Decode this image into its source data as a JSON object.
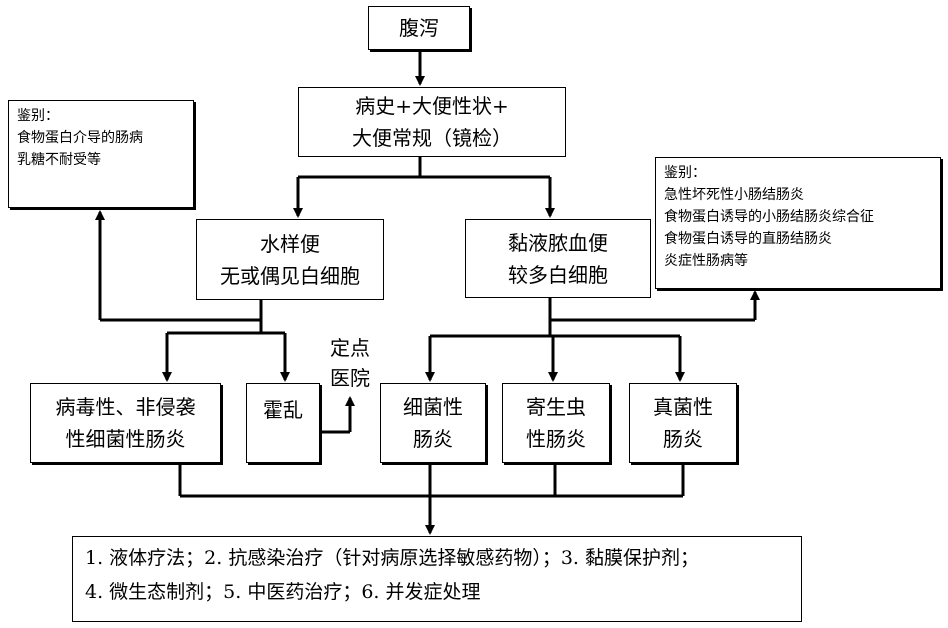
{
  "nodes": {
    "diarrhea": "腹泻",
    "history_line1": "病史+大便性状+",
    "history_line2": "大便常规（镜检）",
    "watery_line1": "水样便",
    "watery_line2": "无或偶见白细胞",
    "mucus_line1": "黏液脓血便",
    "mucus_line2": "较多白细胞",
    "viral_line1": "病毒性、非侵袭",
    "viral_line2": "性细菌性肠炎",
    "cholera": "霍乱",
    "designated_hospital_line1": "定点",
    "designated_hospital_line2": "医院",
    "bacterial_line1": "细菌性",
    "bacterial_line2": "肠炎",
    "parasitic_line1": "寄生虫",
    "parasitic_line2": "性肠炎",
    "fungal_line1": "真菌性",
    "fungal_line2": "肠炎"
  },
  "notes": {
    "left": {
      "title": "鉴别：",
      "items": [
        "食物蛋白介导的肠病",
        "乳糖不耐受等"
      ]
    },
    "right": {
      "title": "鉴别：",
      "items": [
        "急性坏死性小肠结肠炎",
        "食物蛋白诱导的小肠结肠炎综合征",
        "食物蛋白诱导的直肠结肠炎",
        "炎症性肠病等"
      ]
    }
  },
  "treatment": {
    "line1": "1. 液体疗法；2. 抗感染治疗（针对病原选择敏感药物）；3. 黏膜保护剂；",
    "line2": "4. 微生态制剂；5. 中医药治疗；6. 并发症处理"
  }
}
